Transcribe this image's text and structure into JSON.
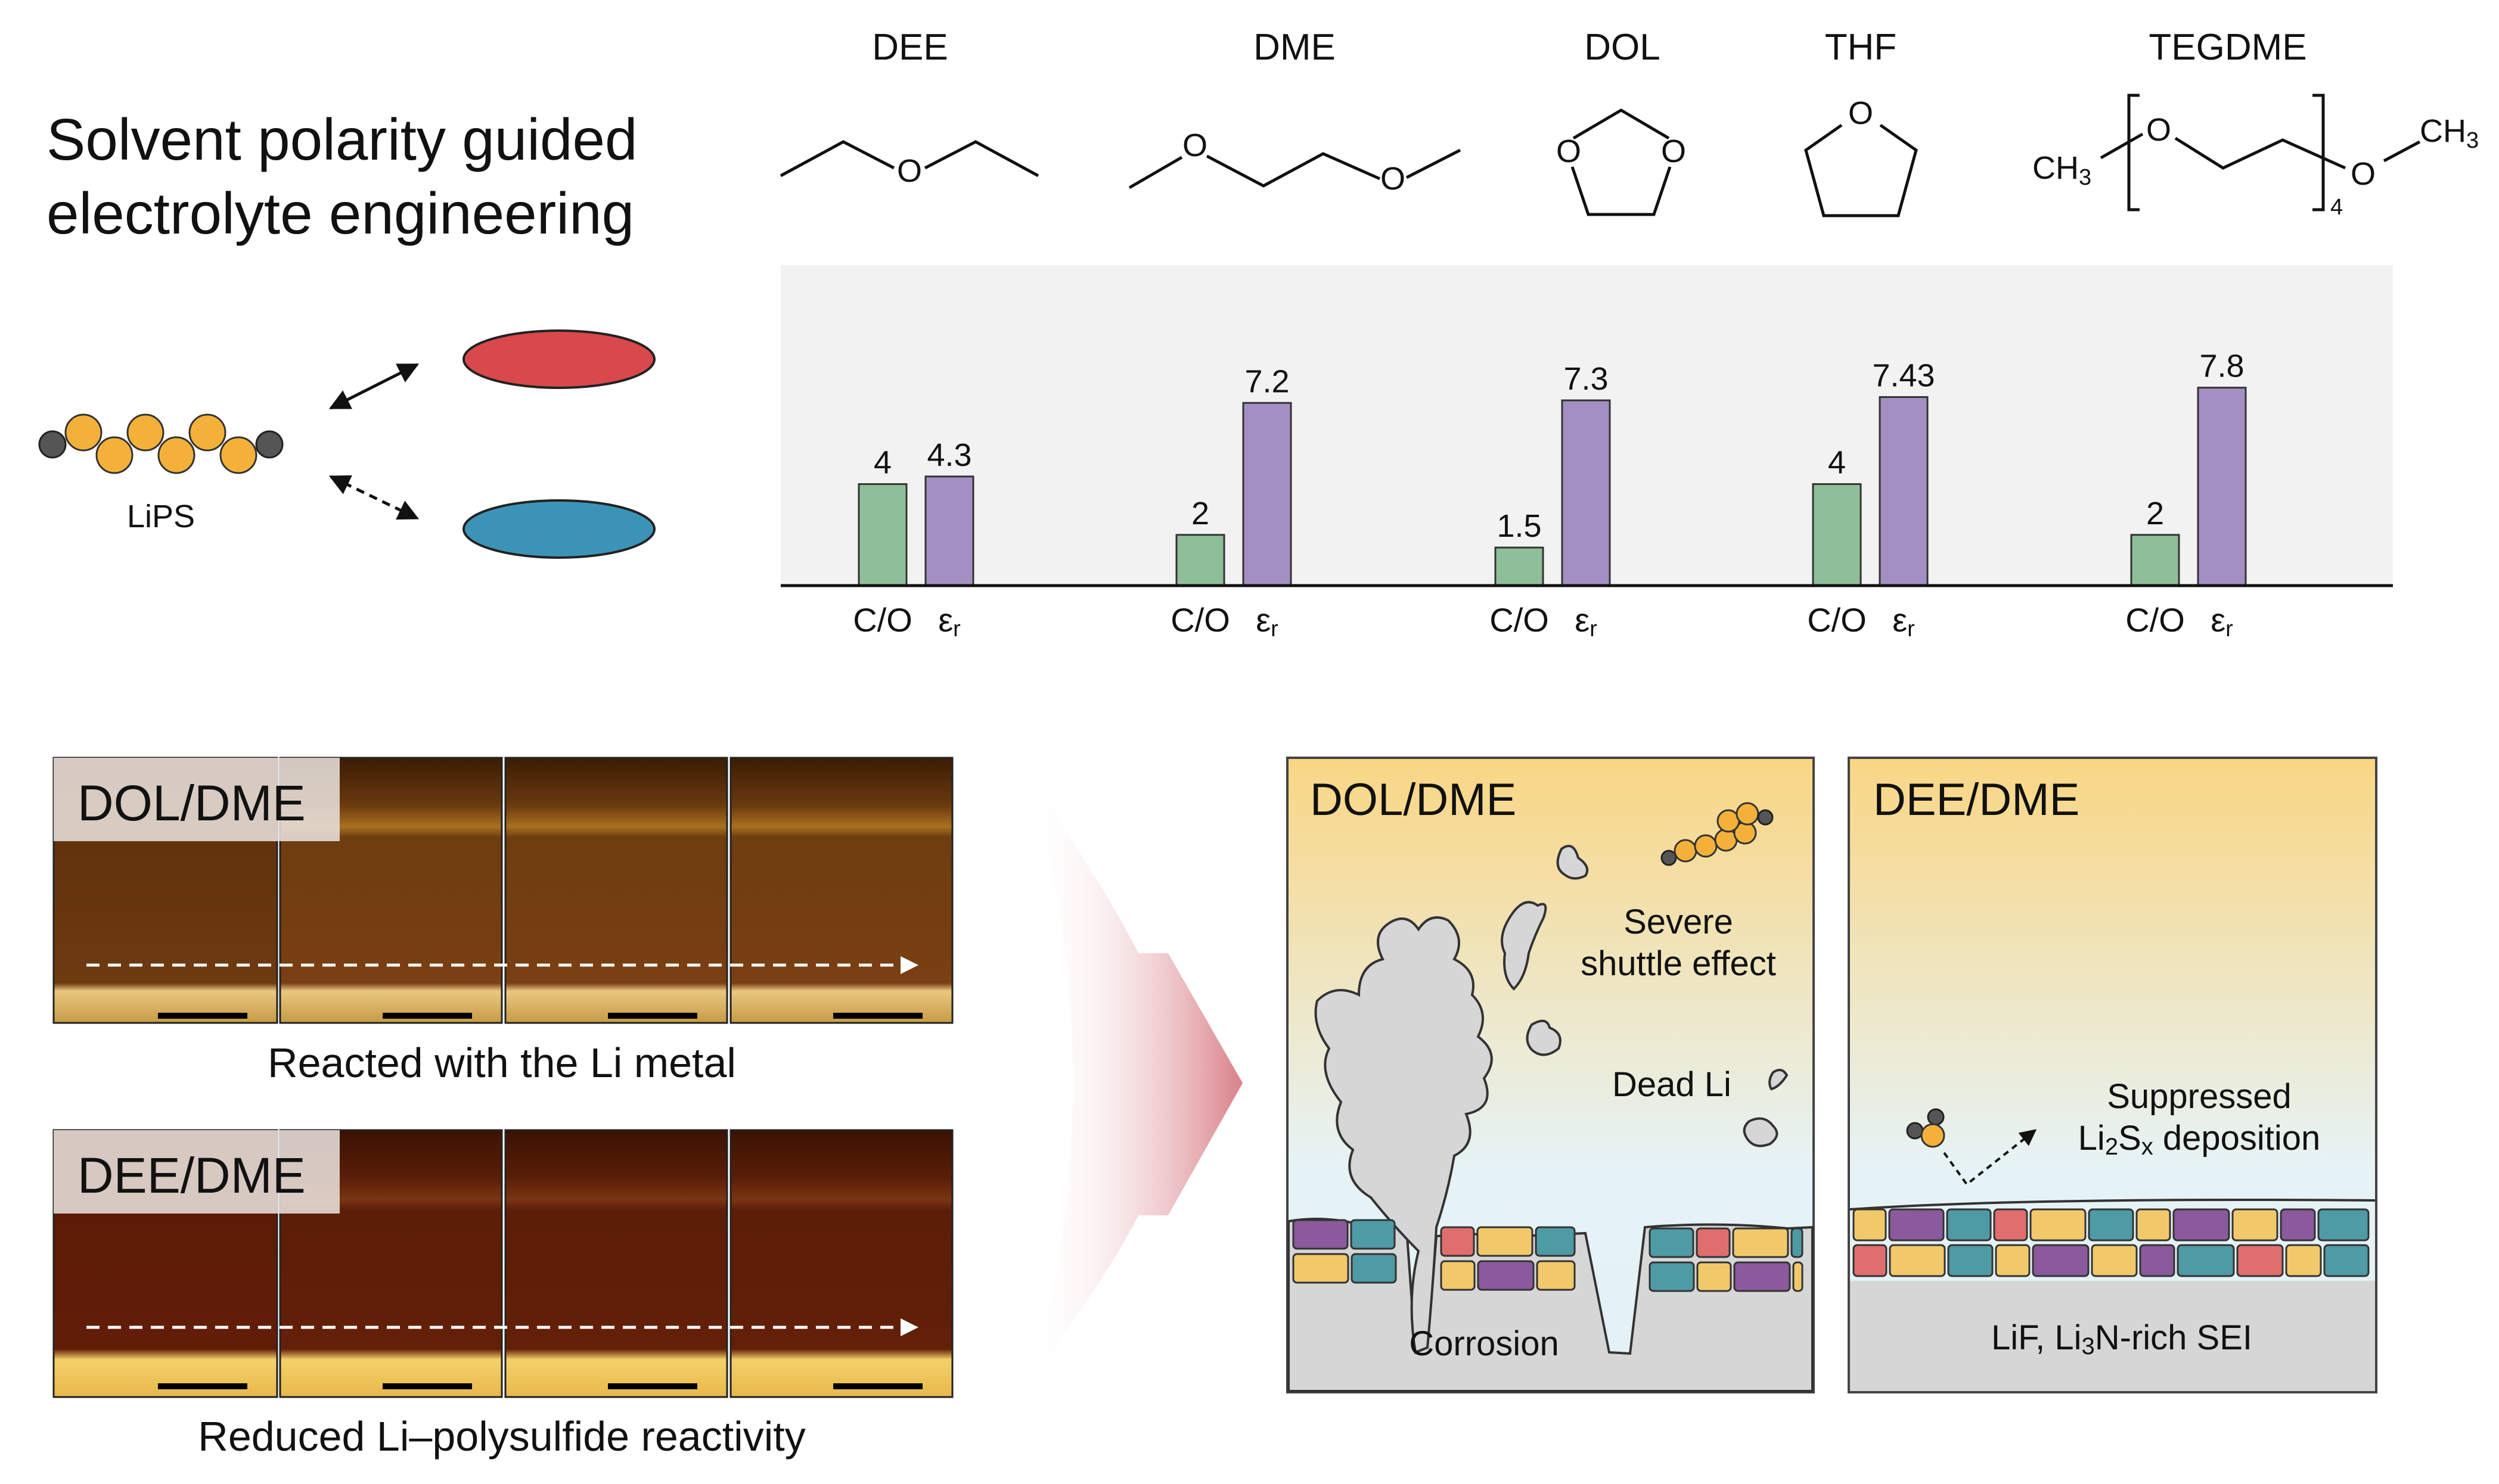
{
  "title": {
    "line1": "Solvent polarity guided",
    "line2": "electrolyte engineering"
  },
  "lips_label": "LiPS",
  "solvents": [
    {
      "name": "DEE",
      "co": 4,
      "er": 4.3
    },
    {
      "name": "DME",
      "co": 2,
      "er": 7.2
    },
    {
      "name": "DOL",
      "co": 1.5,
      "er": 7.3
    },
    {
      "name": "THF",
      "co": 4,
      "er": 7.43
    },
    {
      "name": "TEGDME",
      "co": 2,
      "er": 7.8
    }
  ],
  "structure_labels": {
    "oxygen": "O",
    "methyl": "CH",
    "subscript_3": "3",
    "repeat_subscript": "4"
  },
  "chart_data": {
    "type": "bar",
    "categories": [
      "DEE",
      "DME",
      "DOL",
      "THF",
      "TEGDME"
    ],
    "series": [
      {
        "name": "C/O",
        "values": [
          4,
          2,
          1.5,
          4,
          2
        ],
        "color": "#8fbf98",
        "data_labels": [
          "4",
          "2",
          "1.5",
          "4",
          "2"
        ]
      },
      {
        "name": "εr",
        "values": [
          4.3,
          7.2,
          7.3,
          7.43,
          7.8
        ],
        "color": "#a38fc2",
        "data_labels": [
          "4.3",
          "7.2",
          "7.3",
          "7.43",
          "7.8"
        ]
      }
    ],
    "tick_labels": {
      "co": "C/O",
      "er_base": "ε",
      "er_sub": "r"
    },
    "ylim": [
      0,
      9
    ],
    "grid": false,
    "background": "#f2f2f2"
  },
  "micrographs": [
    {
      "label": "DOL/DME",
      "caption": "Reacted with the Li metal"
    },
    {
      "label": "DEE/DME",
      "caption": "Reduced Li–polysulfide reactivity"
    }
  ],
  "schematic_left": {
    "label": "DOL/DME",
    "shuttle": [
      "Severe",
      "shuttle effect"
    ],
    "dead_li": "Dead Li",
    "corrosion": "Corrosion"
  },
  "schematic_right": {
    "label": "DEE/DME",
    "suppressed_line1": "Suppressed",
    "suppressed_li": "Li",
    "suppressed_sub1": "2",
    "suppressed_s": "S",
    "suppressed_sub2": "x",
    "suppressed_rest": " deposition",
    "sei_prefix": "LiF, Li",
    "sei_sub": "3",
    "sei_suffix": "N-rich SEI"
  },
  "colors": {
    "red_ellipse": "#d9484a",
    "blue_ellipse": "#3b94b8",
    "lips_gold": "#f4b13a",
    "lips_end": "#555555",
    "bar_co": "#8fbf98",
    "bar_er": "#a38fc2",
    "arrow_pink": "#d98088",
    "sei_yellow": "#f2c96a",
    "sei_purple": "#8a5a9c",
    "sei_teal": "#4e9aa5",
    "sei_red": "#e06e6e"
  }
}
